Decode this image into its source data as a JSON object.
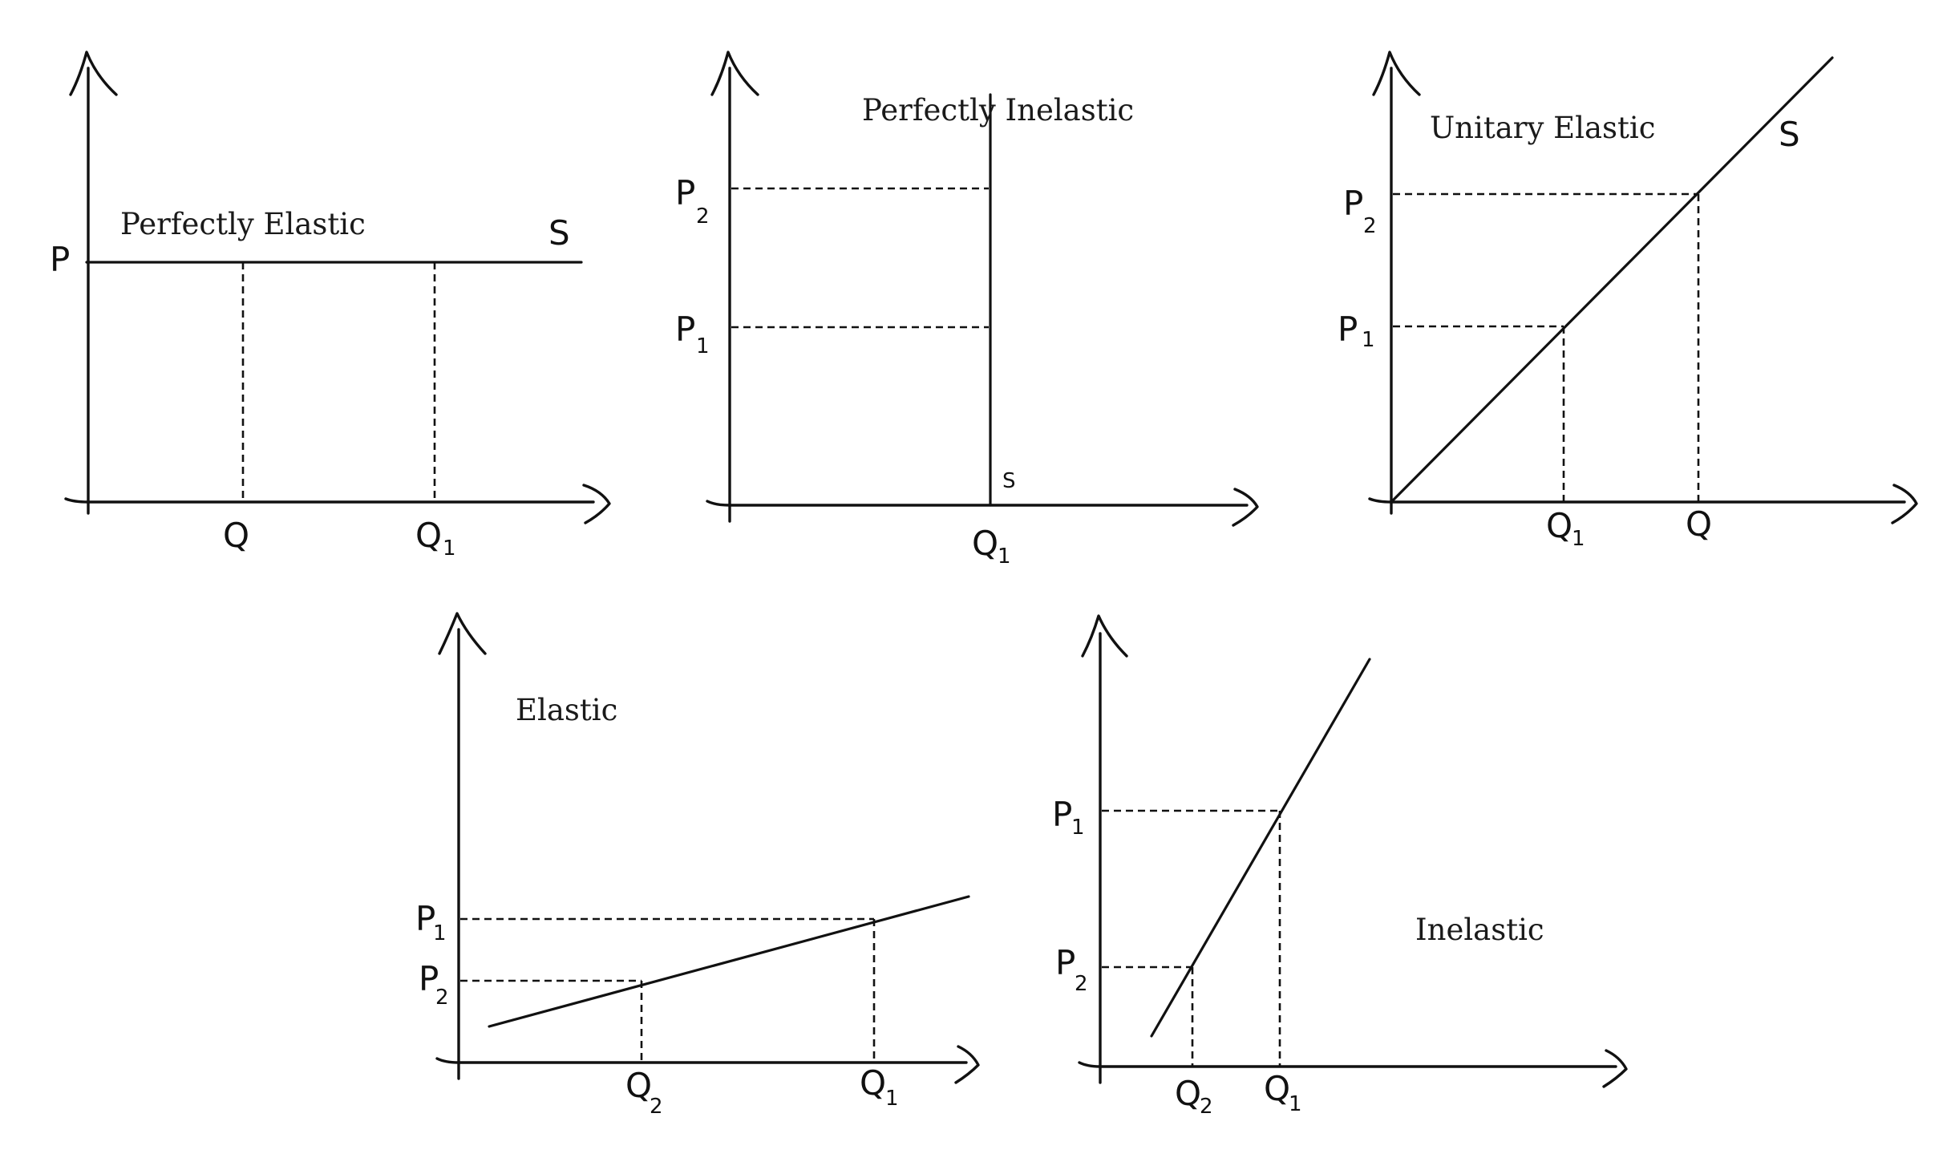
{
  "panels": [
    {
      "title": "Perfectly Elastic",
      "curve_label": "S",
      "y_labels": [
        {
          "text": "P",
          "sub": ""
        }
      ],
      "x_labels": [
        {
          "text": "Q",
          "sub": ""
        },
        {
          "text": "Q",
          "sub": "1"
        }
      ]
    },
    {
      "title": "Perfectly Inelastic",
      "curve_label": "S",
      "y_labels": [
        {
          "text": "P",
          "sub": "2"
        },
        {
          "text": "P",
          "sub": "1"
        }
      ],
      "x_labels": [
        {
          "text": "Q",
          "sub": "1"
        }
      ]
    },
    {
      "title": "Unitary Elastic",
      "curve_label": "S",
      "y_labels": [
        {
          "text": "P",
          "sub": "2"
        },
        {
          "text": "P",
          "sub": "1"
        }
      ],
      "x_labels": [
        {
          "text": "Q",
          "sub": "1"
        },
        {
          "text": "Q",
          "sub": ""
        }
      ]
    },
    {
      "title": "Elastic",
      "curve_label": "",
      "y_labels": [
        {
          "text": "P",
          "sub": "1"
        },
        {
          "text": "P",
          "sub": "2"
        }
      ],
      "x_labels": [
        {
          "text": "Q",
          "sub": "2"
        },
        {
          "text": "Q",
          "sub": "1"
        }
      ]
    },
    {
      "title": "Inelastic",
      "curve_label": "",
      "y_labels": [
        {
          "text": "P",
          "sub": "1"
        },
        {
          "text": "P",
          "sub": "2"
        }
      ],
      "x_labels": [
        {
          "text": "Q",
          "sub": "2"
        },
        {
          "text": "Q",
          "sub": "1"
        }
      ]
    }
  ]
}
